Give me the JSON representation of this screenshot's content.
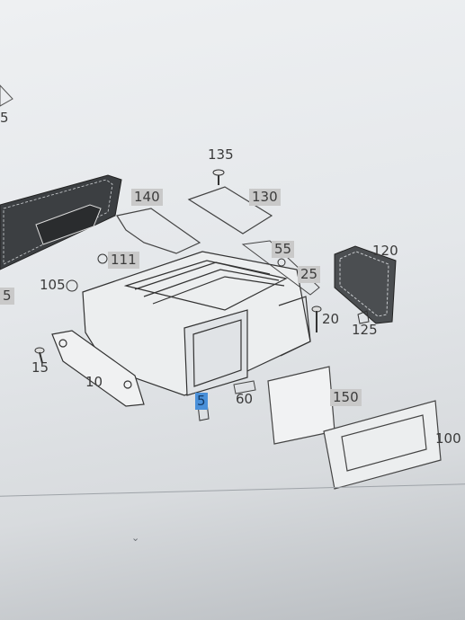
{
  "diagram": {
    "callouts": {
      "c5_top": "5",
      "c5_left": "5",
      "c10": "10",
      "c15": "15",
      "c20": "20",
      "c25": "25",
      "c55": "55",
      "c60": "60",
      "c100": "100",
      "c105": "105",
      "c111": "111",
      "c120": "120",
      "c125": "125",
      "c130": "130",
      "c135": "135",
      "c140": "140",
      "c150": "150",
      "c5_selected": "5"
    }
  },
  "footer": {
    "chevron": "⌄"
  }
}
